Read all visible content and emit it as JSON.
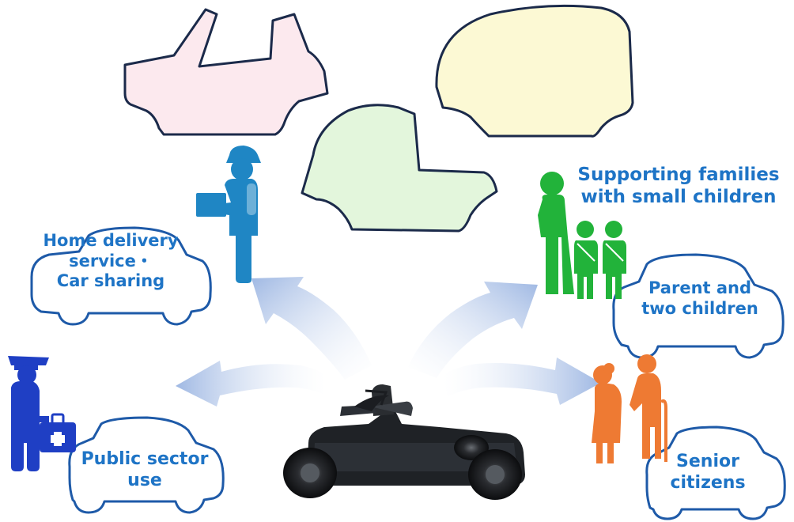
{
  "labels": {
    "delivery": [
      "Home delivery",
      "service・",
      "Car sharing"
    ],
    "public_sector": [
      "Public sector",
      "use"
    ],
    "families": [
      "Supporting families",
      "with small children"
    ],
    "parent": [
      "Parent and",
      "two children"
    ],
    "senior": [
      "Senior",
      "citizens"
    ]
  },
  "colors": {
    "label_text": "#1e74c6",
    "car_outline": "#1e5aa8",
    "body_outline": "#1b2a4a",
    "body_pink": "#fce9ee",
    "body_green": "#e3f6dc",
    "body_yellow": "#fcf9d4",
    "delivery_person": "#1f86c4",
    "public_person": "#1f3fc4",
    "family_people": "#22b33a",
    "senior_people": "#ee7a33",
    "arrow_fill": "#a9c1e6"
  },
  "icons": {
    "chassis": "vehicle-chassis-icon",
    "delivery": "delivery-person-icon",
    "public": "public-worker-icon",
    "family": "family-icon",
    "senior": "senior-couple-icon"
  }
}
